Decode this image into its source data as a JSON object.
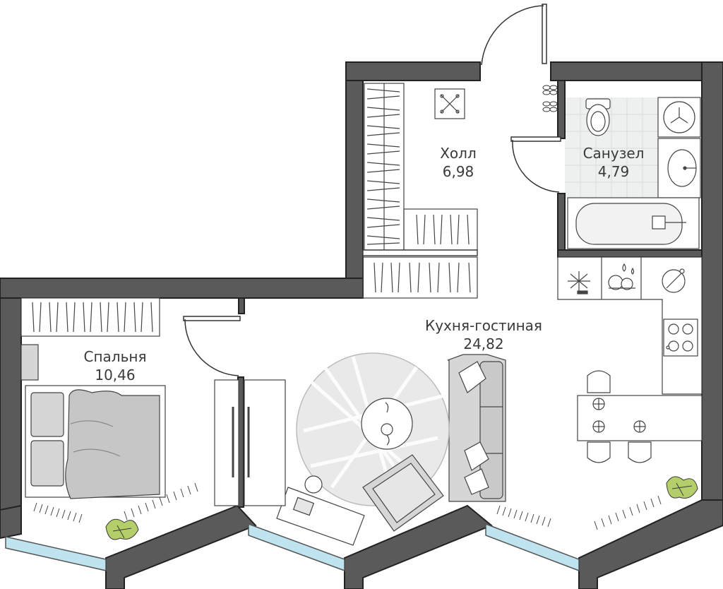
{
  "plan": {
    "rooms": [
      {
        "id": "hall",
        "name": "Холл",
        "area": "6,98"
      },
      {
        "id": "bathroom",
        "name": "Санузел",
        "area": "4,79"
      },
      {
        "id": "kitchen-living",
        "name": "Кухня-гостиная",
        "area": "24,82"
      },
      {
        "id": "bedroom",
        "name": "Спальня",
        "area": "10,46"
      }
    ],
    "colors": {
      "wall": "#5a5a5a",
      "wall_outline": "#222222",
      "furniture": "#c9c9c9",
      "furniture_light": "#e6e6e6",
      "line": "#444444",
      "window_glass": "#bfe3ef",
      "plant": "#b4cf6a",
      "text": "#3a3a3a"
    },
    "icons": [
      "door-swing-icon",
      "toilet-icon",
      "sink-icon",
      "bathtub-icon",
      "washing-machine-icon",
      "stove-icon",
      "plant-icon",
      "slippers-icon"
    ]
  }
}
